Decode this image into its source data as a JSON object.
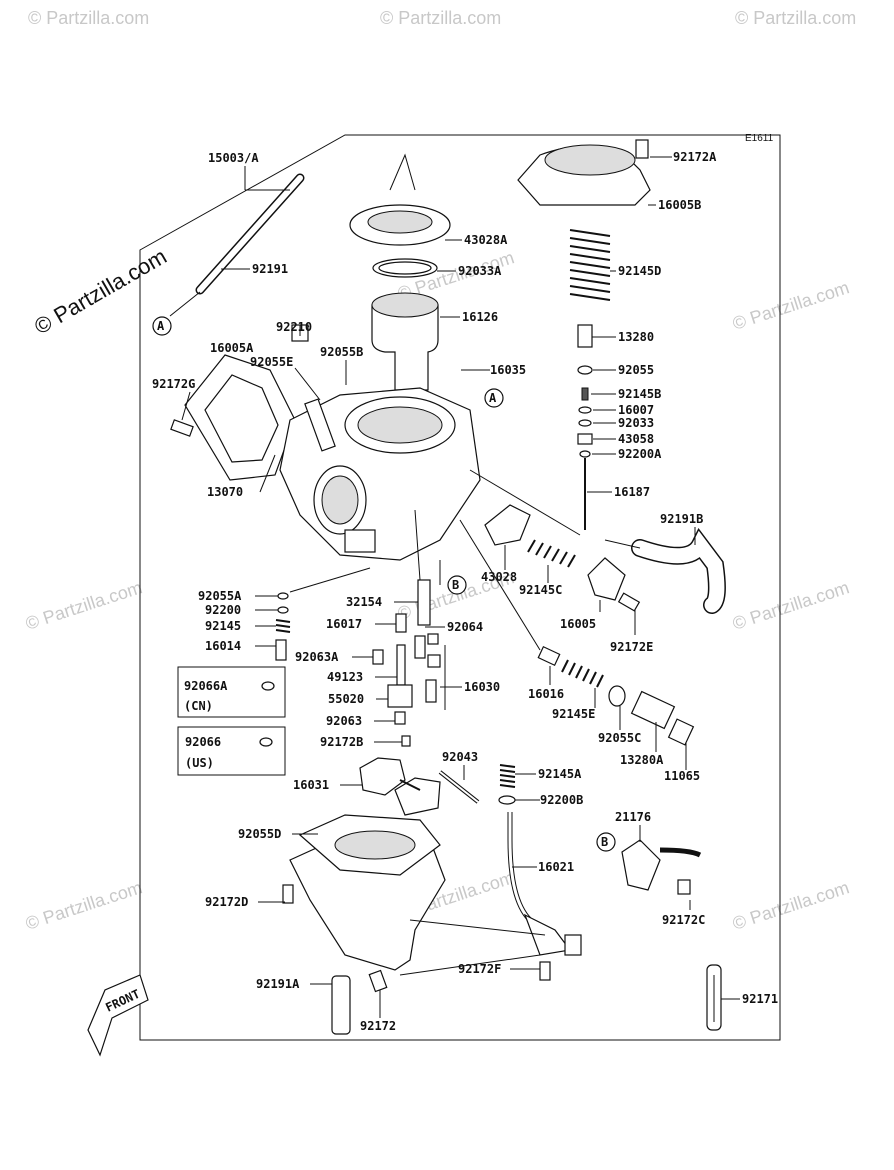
{
  "diagram_code": "E1611",
  "watermark": "© Partzilla.com",
  "watermark_main": "© Partzilla.com",
  "front_label": "FRONT",
  "callouts": {
    "A": "A",
    "B": "B"
  },
  "region_notes": {
    "cn": "(CN)",
    "us": "(US)"
  },
  "parts": [
    "15003/A",
    "92191",
    "92172A",
    "16005B",
    "43028A",
    "92033A",
    "92145D",
    "16126",
    "13280",
    "92210",
    "16005A",
    "92055E",
    "92055B",
    "16035",
    "92055",
    "92172G",
    "92145B",
    "16007",
    "92033",
    "43058",
    "92200A",
    "16187",
    "13070",
    "43028",
    "92191B",
    "92145C",
    "16005",
    "92172E",
    "92055A",
    "92200",
    "92145",
    "16014",
    "32154",
    "16017",
    "92064",
    "92063A",
    "49123",
    "16030",
    "55020",
    "92063",
    "16016",
    "92145E",
    "92066A",
    "92066",
    "92172B",
    "92055C",
    "13280A",
    "11065",
    "92043",
    "92145A",
    "16031",
    "92200B",
    "92055D",
    "21176",
    "16021",
    "92172D",
    "92172C",
    "92191A",
    "92172F",
    "92172",
    "92171"
  ]
}
